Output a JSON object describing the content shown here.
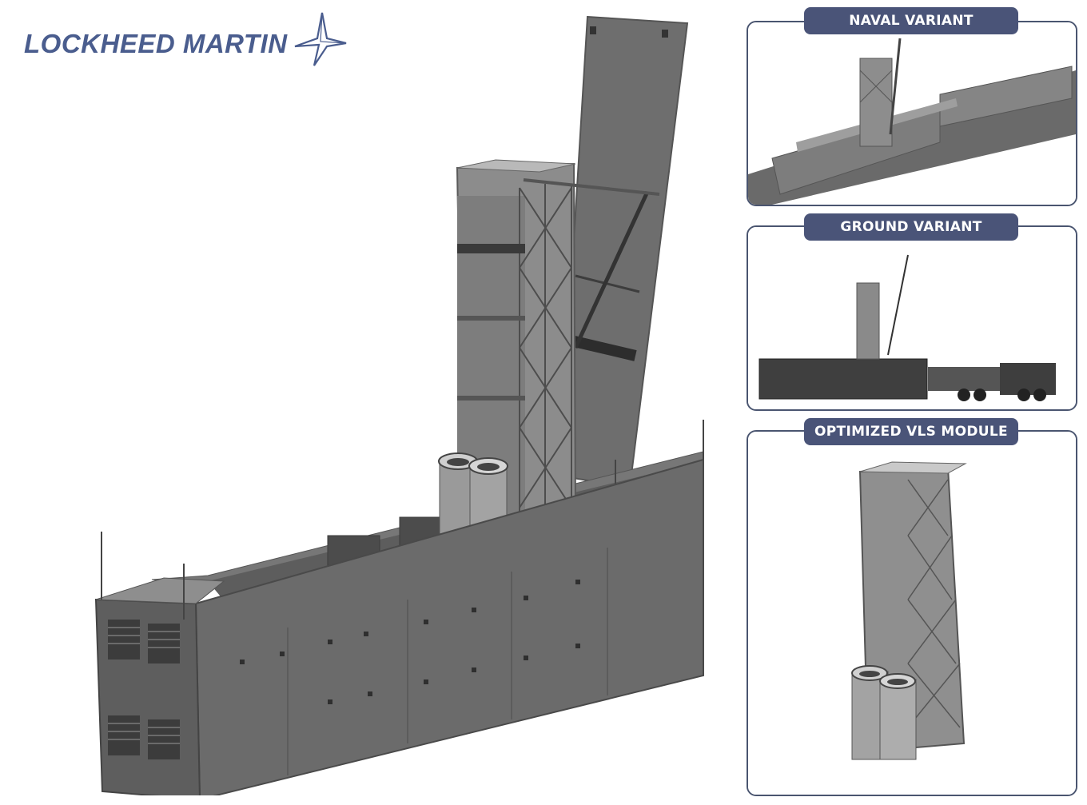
{
  "brand": {
    "name": "LOCKHEED MARTIN",
    "color": "#4a5d8e",
    "star_icon": "four-point-star-icon"
  },
  "main_image": {
    "subject": "containerized-launcher-render",
    "colors": {
      "steel": "#6b6b6b",
      "steel_dark": "#4f4f4f",
      "steel_light": "#9a9a9a"
    }
  },
  "panels": {
    "naval": {
      "label": "NAVAL VARIANT"
    },
    "ground": {
      "label": "GROUND VARIANT"
    },
    "vls": {
      "label": "OPTIMIZED VLS MODULE"
    }
  },
  "colors": {
    "label_bg": "#4a5478",
    "panel_border": "#4a5570"
  }
}
